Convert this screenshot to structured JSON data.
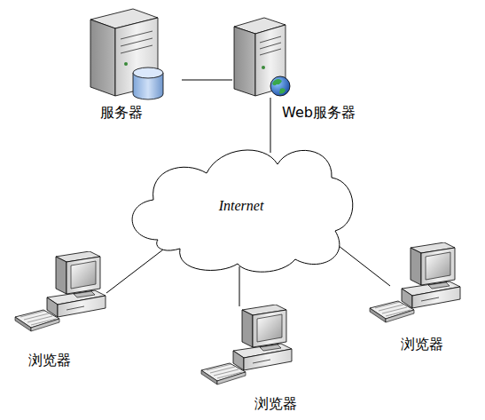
{
  "diagram": {
    "nodes": [
      {
        "text": [
          "服务器"
        ]
      },
      {
        "text": [
          "Web服务器"
        ]
      },
      {
        "text": [
          "Internet"
        ]
      },
      {
        "text": [
          "浏览器"
        ]
      },
      {
        "text": [
          "浏览器"
        ]
      },
      {
        "text": [
          "浏览器"
        ]
      }
    ],
    "edges": [
      {
        "from": 0,
        "to": 1,
        "arrow": "none"
      },
      {
        "from": 1,
        "to": 2,
        "arrow": "none"
      },
      {
        "from": 2,
        "to": 3,
        "arrow": "none"
      },
      {
        "from": 2,
        "to": 4,
        "arrow": "none"
      },
      {
        "from": 2,
        "to": 5,
        "arrow": "none"
      }
    ]
  }
}
